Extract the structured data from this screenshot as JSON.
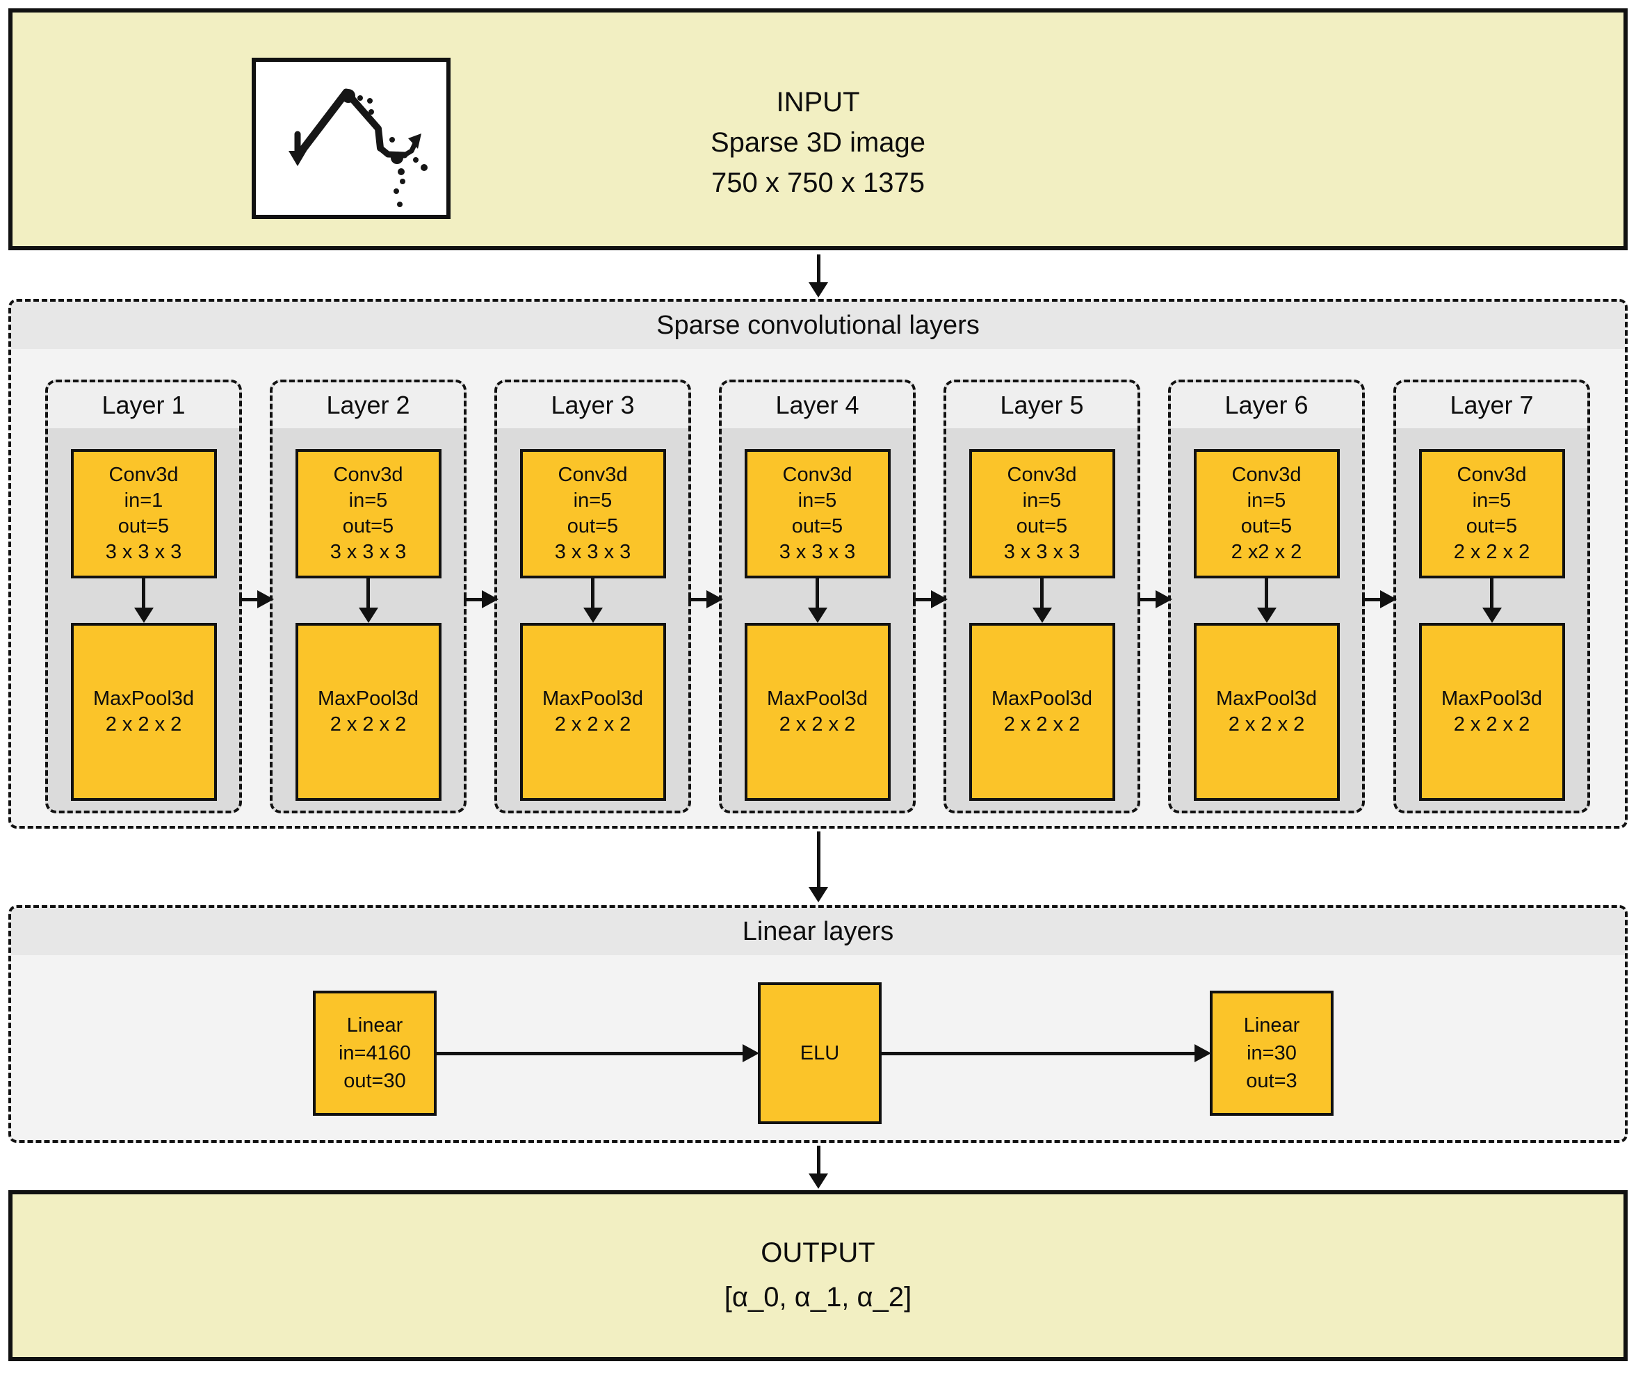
{
  "input_section": {
    "title": "INPUT",
    "subtitle": "Sparse 3D image",
    "dimensions": "750 x 750 x 1375",
    "thumbnail": "sparse-particle-track-sketch"
  },
  "conv_section": {
    "title": "Sparse convolutional layers",
    "layers": [
      {
        "title": "Layer 1",
        "conv_text": "Conv3d\nin=1\nout=5\n3 x 3 x 3",
        "pool_text": "MaxPool3d\n2 x 2 x 2"
      },
      {
        "title": "Layer 2",
        "conv_text": "Conv3d\nin=5\nout=5\n3 x 3 x 3",
        "pool_text": "MaxPool3d\n2 x 2 x 2"
      },
      {
        "title": "Layer 3",
        "conv_text": "Conv3d\nin=5\nout=5\n3 x 3 x 3",
        "pool_text": "MaxPool3d\n2 x 2 x 2"
      },
      {
        "title": "Layer 4",
        "conv_text": "Conv3d\nin=5\nout=5\n3 x 3 x 3",
        "pool_text": "MaxPool3d\n2 x 2 x 2"
      },
      {
        "title": "Layer 5",
        "conv_text": "Conv3d\nin=5\nout=5\n3 x 3 x 3",
        "pool_text": "MaxPool3d\n2 x 2 x 2"
      },
      {
        "title": "Layer 6",
        "conv_text": "Conv3d\nin=5\nout=5\n2 x2 x 2",
        "pool_text": "MaxPool3d\n2 x 2 x 2"
      },
      {
        "title": "Layer 7",
        "conv_text": "Conv3d\nin=5\nout=5\n2 x 2 x 2",
        "pool_text": "MaxPool3d\n2 x 2 x 2"
      }
    ]
  },
  "linear_section": {
    "title": "Linear layers",
    "blocks": [
      {
        "name": "linear-in",
        "text": "Linear\nin=4160\nout=30"
      },
      {
        "name": "elu",
        "text": "ELU"
      },
      {
        "name": "linear-out",
        "text": "Linear\nin=30\nout=3"
      }
    ]
  },
  "output_section": {
    "title": "OUTPUT",
    "value": "[α_0, α_1, α_2]"
  },
  "colors": {
    "accent_orange": "#fbc429",
    "band_yellow": "#f2efc2",
    "card_gray": "#dbdbdb",
    "card_header_gray": "#efefef",
    "section_gray": "#f3f3f3",
    "section_header_gray": "#e7e7e7",
    "ink": "#111111",
    "box_white": "#ffffff"
  }
}
